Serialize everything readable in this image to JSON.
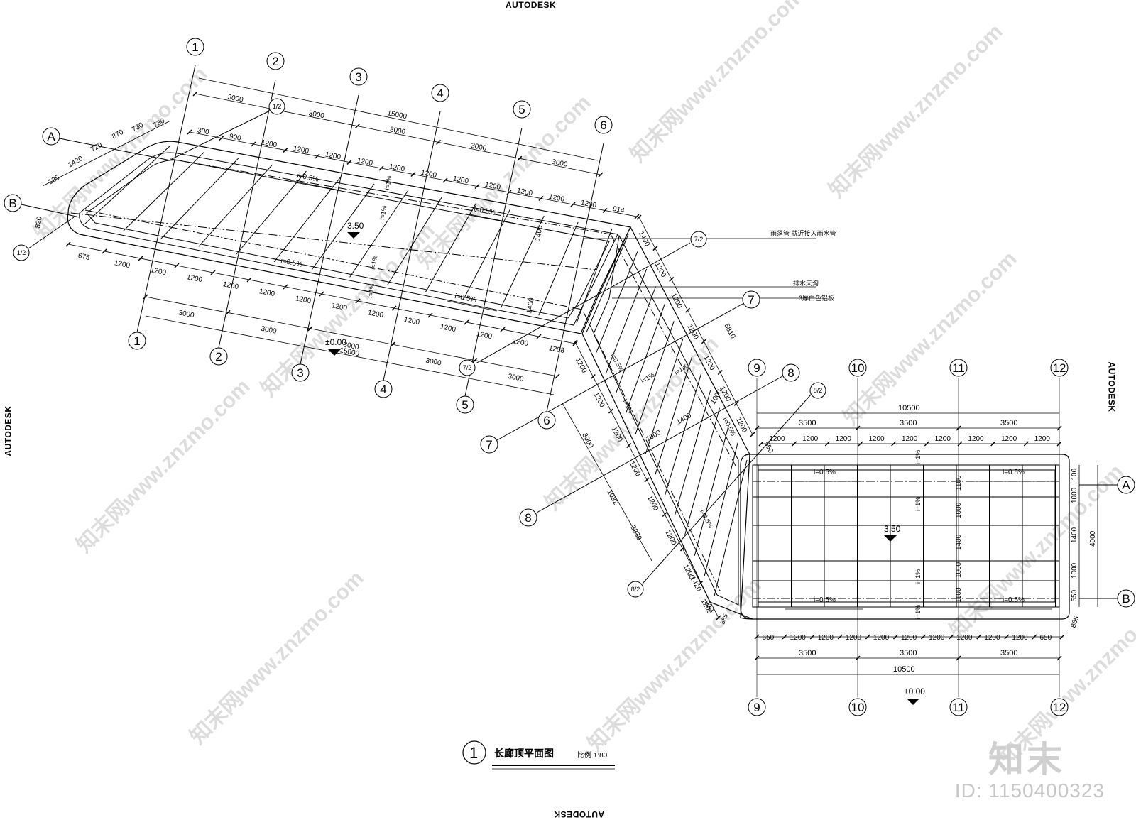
{
  "edge_labels": {
    "top": "AUTODESK",
    "bottom": "AUTODESK",
    "left": "AUTODESK",
    "right": "AUTODESK"
  },
  "watermark": {
    "logo": "知末",
    "id": "ID: 1150400323",
    "tile": "知末网www.znzmo.com"
  },
  "title": {
    "number": "1",
    "name": "长廊顶平面图",
    "scale": "比例 1:80"
  },
  "notes": {
    "downpipe": "雨落管 就近接入雨水管",
    "gutter": "排水天沟",
    "panel": "3厚白色铝板"
  },
  "levels": {
    "top": "3.50",
    "ground": "±0.00"
  },
  "slopes": {
    "half": "i=0.5%",
    "one": "i=1%"
  },
  "section1": {
    "grid_numbers": [
      "1",
      "2",
      "3",
      "4",
      "5",
      "6"
    ],
    "rows": [
      "A",
      "B"
    ],
    "half_axis": "1/2",
    "bays": [
      "3000",
      "3000",
      "3000",
      "3000",
      "3000"
    ],
    "total": "15000",
    "top_modules": [
      "300",
      "900",
      "1200",
      "1200",
      "1200",
      "1200",
      "1200",
      "1200",
      "1200",
      "1200",
      "1200",
      "1200",
      "1200",
      "914"
    ],
    "bottom_modules": [
      "675",
      "1200",
      "1200",
      "1200",
      "1200",
      "1200",
      "1200",
      "1200",
      "1200",
      "1200",
      "1200",
      "1200",
      "1200",
      "1208"
    ],
    "end_dims": [
      "730",
      "730",
      "870",
      "720",
      "1420",
      "125"
    ],
    "end_width": "820",
    "depth_dims": [
      "1400",
      "1400"
    ]
  },
  "section2": {
    "grid_numbers": [
      "7",
      "8"
    ],
    "half_axes": [
      "7/2",
      "8/2"
    ],
    "outer_dims": [
      "1490",
      "1200",
      "1200",
      "1200",
      "1200",
      "1200",
      "1200"
    ],
    "overall_a": "5810",
    "inner_dims": [
      "1200",
      "1200",
      "1200",
      "1200",
      "1200",
      "1200",
      "1200",
      "1200"
    ],
    "overall_b": "3000",
    "extra_dims": [
      "1032",
      "2239",
      "1420",
      "930",
      "585"
    ],
    "width_dims": [
      "1400",
      "1000",
      "1000",
      "550"
    ]
  },
  "section3": {
    "grid_numbers": [
      "9",
      "10",
      "11",
      "12"
    ],
    "rows": [
      "A",
      "B"
    ],
    "bays": [
      "3500",
      "3500",
      "3500"
    ],
    "total": "10500",
    "top_modules": [
      "1200",
      "1200",
      "1200",
      "1200",
      "1200",
      "1200",
      "1200",
      "1200",
      "1200"
    ],
    "bottom_modules": [
      "650",
      "1200",
      "1200",
      "1200",
      "1200",
      "1200",
      "1200",
      "1200",
      "1200",
      "1200",
      "650"
    ],
    "vertical_dims": [
      "100",
      "1000",
      "1400",
      "1000",
      "550"
    ],
    "inner_vertical": [
      "1100",
      "1000",
      "1400",
      "1000",
      "1100"
    ],
    "overall_height": "4000",
    "corner": "865"
  }
}
